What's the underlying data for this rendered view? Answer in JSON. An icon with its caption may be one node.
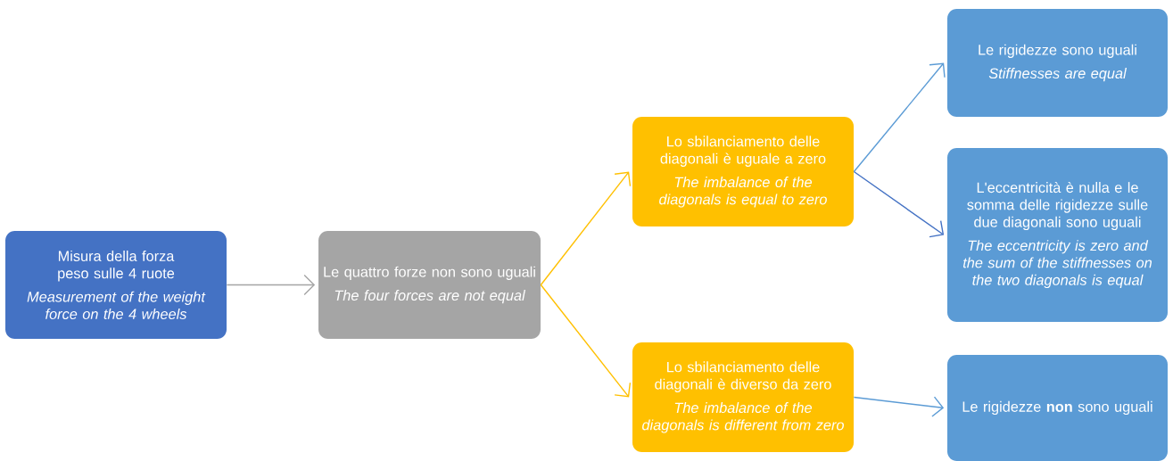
{
  "diagram": {
    "nodes": [
      {
        "text": [
          "Misura della forza peso sulle 4 ruote",
          "Measurement of the weight force on the 4 wheels"
        ]
      },
      {
        "text": [
          "Le quattro forze non sono uguali",
          "The four forces are not equal"
        ]
      },
      {
        "text": [
          "Lo sbilanciamento delle diagonali è uguale a zero",
          "The imbalance of the diagonals is equal to zero"
        ]
      },
      {
        "text": [
          "Lo sbilanciamento delle diagonali è diverso da zero",
          "The imbalance of the diagonals is different from zero"
        ]
      },
      {
        "text": [
          "Le rigidezze sono uguali",
          "Stiffnesses are equal"
        ]
      },
      {
        "text": [
          "L'eccentricità è nulla e le somma delle rigidezze sulle due diagonali  sono uguali",
          "The eccentricity is zero and the sum of the stiffnesses on the two diagonals is equal"
        ]
      },
      {
        "text": [
          "Le rigidezze **non** sono uguali"
        ]
      }
    ],
    "edges": [
      {
        "from": 0,
        "to": 1,
        "arrow": "to",
        "color": "#a5a5a5"
      },
      {
        "from": 1,
        "to": 2,
        "arrow": "to",
        "color": "#ffc000"
      },
      {
        "from": 1,
        "to": 3,
        "arrow": "to",
        "color": "#ffc000"
      },
      {
        "from": 2,
        "to": 4,
        "arrow": "to",
        "color": "#5b9bd5"
      },
      {
        "from": 2,
        "to": 5,
        "arrow": "to",
        "color": "#4472c4"
      },
      {
        "from": 3,
        "to": 6,
        "arrow": "to",
        "color": "#5b9bd5"
      }
    ]
  }
}
